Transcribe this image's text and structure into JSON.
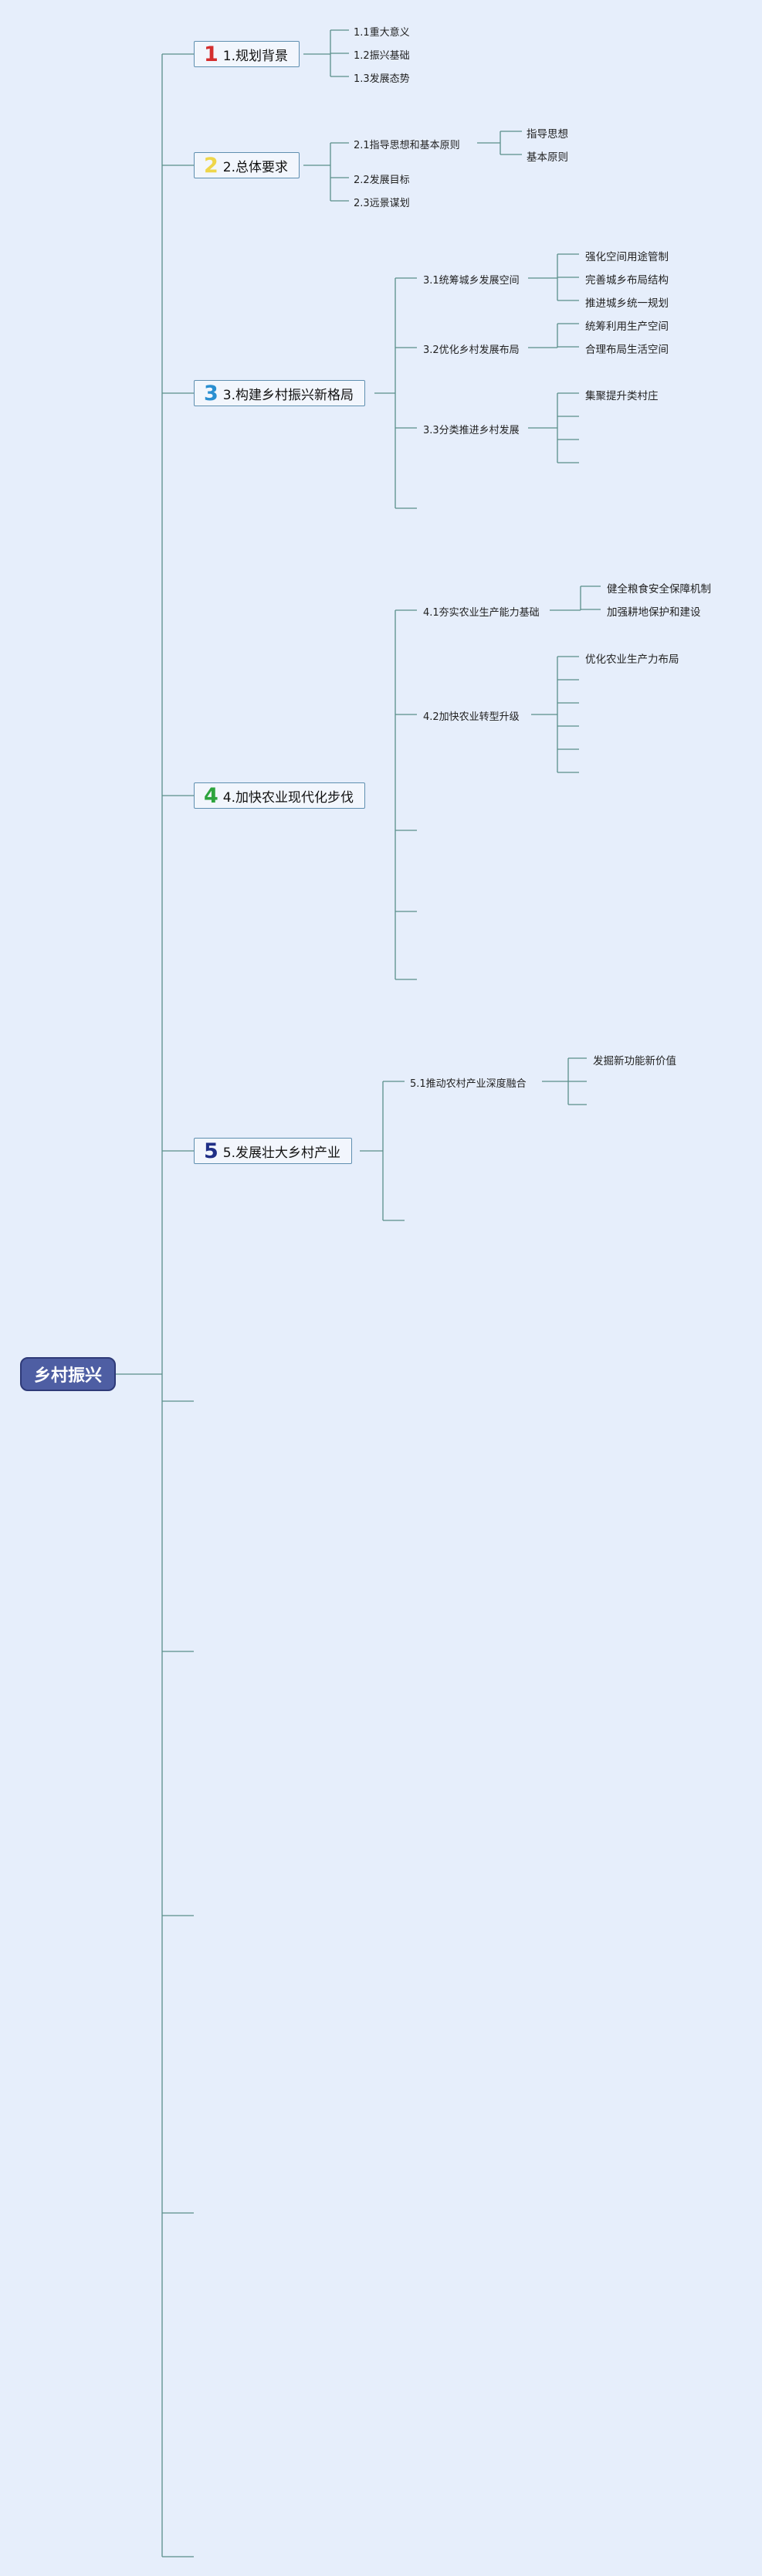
{
  "root": {
    "label": "乡村振兴"
  },
  "branches": [
    {
      "num": "1",
      "num_color": "#d42e2e",
      "label": "1.规划背景",
      "children": [
        {
          "label": "1.1重大意义"
        },
        {
          "label": "1.2振兴基础"
        },
        {
          "label": "1.3发展态势"
        }
      ]
    },
    {
      "num": "2",
      "num_color": "#efd64a",
      "label": "2.总体要求",
      "children": [
        {
          "label": "2.1指导思想和基本原则",
          "children": [
            {
              "label": "指导思想"
            },
            {
              "label": "基本原则"
            }
          ]
        },
        {
          "label": "2.2发展目标"
        },
        {
          "label": "2.3远景谋划"
        }
      ]
    },
    {
      "num": "3",
      "num_color": "#2a8fd1",
      "label": "3.构建乡村振兴新格局",
      "children": [
        {
          "label": "3.1统筹城乡发展空间",
          "children": [
            {
              "label": "强化空间用途管制"
            },
            {
              "label": "完善城乡布局结构"
            },
            {
              "label": "推进城乡统一规划"
            }
          ]
        },
        {
          "label": "3.2优化乡村发展布局",
          "children": [
            {
              "label": "统筹利用生产空间"
            },
            {
              "label": "合理布局生活空间"
            }
          ]
        },
        {
          "label": "3.3分类推进乡村发展",
          "children": [
            {
              "label": "集聚提升类村庄"
            }
          ]
        }
      ]
    },
    {
      "num": "4",
      "num_color": "#2ea43d",
      "label": "4.加快农业现代化步伐",
      "children": [
        {
          "label": "4.1夯实农业生产能力基础",
          "children": [
            {
              "label": "健全粮食安全保障机制"
            },
            {
              "label": "加强耕地保护和建设"
            }
          ]
        },
        {
          "label": "4.2加快农业转型升级",
          "children": [
            {
              "label": "优化农业生产力布局"
            }
          ]
        }
      ]
    },
    {
      "num": "5",
      "num_color": "#1f2f86",
      "label": "5.发展壮大乡村产业",
      "children": [
        {
          "label": "5.1推动农村产业深度融合",
          "children": [
            {
              "label": "发掘新功能新价值"
            }
          ]
        }
      ]
    }
  ],
  "colors": {
    "line": "#5a8f8a",
    "background": "#e6eefb",
    "root_fill": "#4e5ea3"
  }
}
